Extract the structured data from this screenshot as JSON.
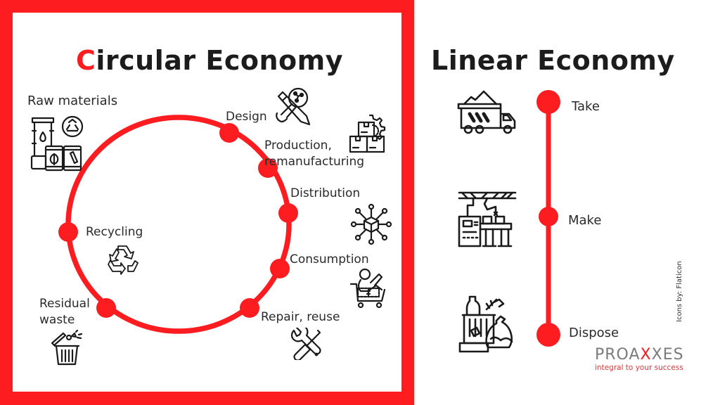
{
  "circular": {
    "title_accent": "C",
    "title_rest": "ircular Economy",
    "stages": [
      {
        "label": "Design",
        "icon": "design-lightbulb-pencil-icon"
      },
      {
        "label": "Production,",
        "label2": "remanufacturing",
        "icon": "production-boxes-gear-icon"
      },
      {
        "label": "Distribution",
        "icon": "distribution-network-box-icon"
      },
      {
        "label": "Consumption",
        "icon": "consumption-shopping-cart-icon"
      },
      {
        "label": "Repair, reuse",
        "icon": "repair-wrench-screwdriver-icon"
      },
      {
        "label": "Residual",
        "label2": "waste",
        "icon": "waste-trash-bin-icon"
      },
      {
        "label": "Recycling",
        "icon": "recycle-icon"
      }
    ],
    "raw_materials": {
      "label": "Raw materials",
      "icon": "raw-materials-barrels-icon"
    }
  },
  "linear": {
    "title": "Linear Economy",
    "steps": [
      {
        "label": "Take",
        "icon": "dump-truck-icon"
      },
      {
        "label": "Make",
        "icon": "factory-assembly-line-icon"
      },
      {
        "label": "Dispose",
        "icon": "garbage-pile-icon"
      }
    ]
  },
  "credit": "Icons by: Flaticon",
  "logo": {
    "name_part1": "PROA",
    "name_x1": "X",
    "name_x2": "X",
    "name_part2": "ES",
    "tagline": "integral to your success"
  },
  "colors": {
    "accent_red": "#fd1c1f",
    "text_dark": "#1c1c1c",
    "logo_gray": "#7b7b7b"
  }
}
